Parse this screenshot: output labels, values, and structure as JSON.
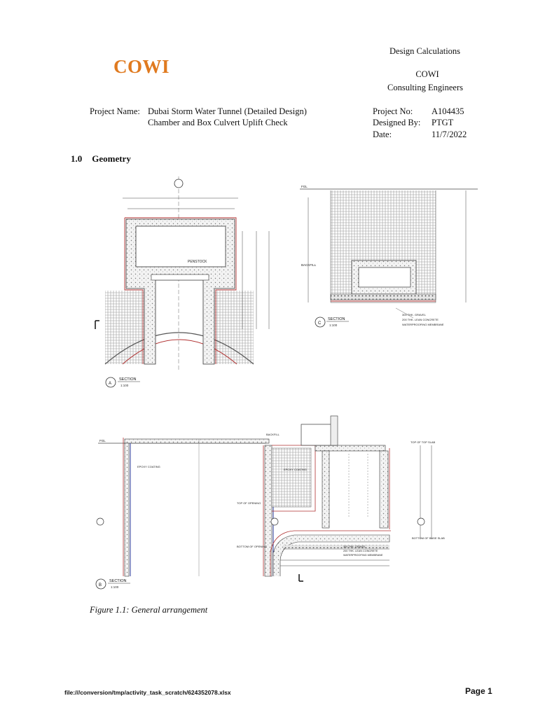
{
  "header": {
    "logo": "COWI",
    "doc_type": "Design Calculations",
    "company": "COWI",
    "company_sub": "Consulting Engineers"
  },
  "project": {
    "name_label": "Project Name:",
    "name_line1": "Dubai Storm Water Tunnel (Detailed Design)",
    "name_line2": "Chamber and Box Culvert Uplift Check",
    "no_label": "Project No:",
    "no_value": "A104435",
    "designed_label": "Designed By:",
    "designed_value": "PTGT",
    "date_label": "Date:",
    "date_value": "11/7/2022"
  },
  "section": {
    "number": "1.0",
    "title": "Geometry"
  },
  "drawing": {
    "section_a": {
      "letter": "A",
      "label": "SECTION",
      "scale": "1:100"
    },
    "section_b": {
      "letter": "B",
      "label": "SECTION",
      "scale": "1:100"
    },
    "section_c": {
      "letter": "C",
      "label": "SECTION",
      "scale": "1:100"
    },
    "tags": {
      "penstock": "PENSTOCK",
      "backfill": "BACKFILL",
      "epoxy_coating": "EPOXY COATING",
      "top_of_opening": "TOP OF OPENING",
      "bottom_of_opening": "BOTTOM OF OPENING",
      "top_of_top_slab": "TOP OF TOP SLAB",
      "bottom_of_base_slab": "BOTTOM OF BASE SLAB",
      "gravel": "300 THK. GRAVEL",
      "blinding": "200 THK. LEAN CONCRETE",
      "membrane": "WATERPROOFING MEMBRANE"
    }
  },
  "caption": "Figure 1.1: General arrangement",
  "footer": {
    "path": "file:///conversion/tmp/activity_task_scratch/624352078.xlsx",
    "page": "Page 1"
  }
}
